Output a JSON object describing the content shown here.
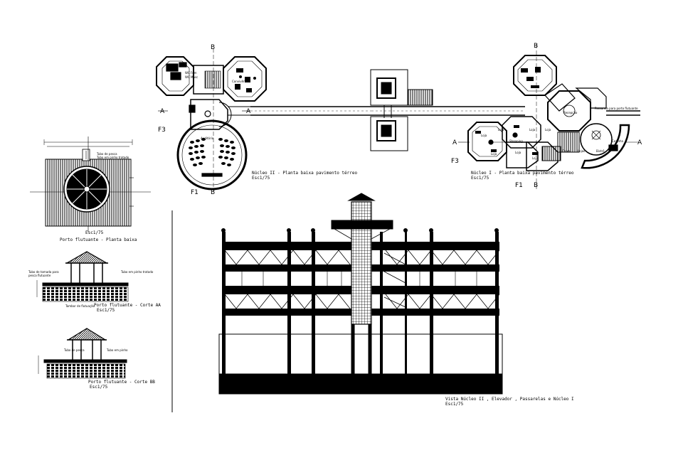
{
  "section_markers": {
    "A": "A",
    "B": "B",
    "F1": "F1",
    "F3": "F3"
  },
  "plan_left": {
    "title": "Núcleo II - Planta baixa pavimento térreo",
    "scale": "Esc1/75",
    "room_labels": {
      "convivencia": "Convivência",
      "auditorio": "Auditório",
      "wc_fem": "WC Fem",
      "wc_masc": "WC Masc"
    }
  },
  "plan_right": {
    "title": "Núcleo I - Planta baixa pavimento térreo",
    "scale": "Esc1/75",
    "room_labels": {
      "passarela": "Passarela para porto flutuante",
      "recepcao": "Recepção",
      "loja_a": "Loja",
      "loja_b": "Loja",
      "loja_c": "Loja",
      "loja_d": "Loja",
      "shopping": "Shopping",
      "loja_e": "Loja",
      "loja_f": "Loja",
      "loja_g": "Loja",
      "bistro": "Bistrô",
      "cozinha": "Cozinha",
      "caixa": "Caixa",
      "lojas": "Lojas"
    }
  },
  "porto_planta": {
    "title": "Porto flutuante - Planta baixa",
    "scale": "Esc1/75",
    "note_a": "Tubo de pesca",
    "note_b": "Tubo em pinho tratado"
  },
  "porto_corte_aa": {
    "title": "Porto flutuante - Corte AA",
    "scale": "Esc1/75",
    "note_a": "Tubo de tomada para",
    "note_b": "pesca flutuante",
    "note_c": "Tubo em pinho tratado",
    "note_d": "Tambor de flutuação"
  },
  "porto_corte_bb": {
    "title": "Porto flutuante - Corte BB",
    "scale": "Esc1/75",
    "note_a": "Tubo de pesca",
    "note_b": "Tubo em pinho"
  },
  "elevation": {
    "title": "Vista Núcleo II , Elevador , Passarelas e Núcleo I",
    "scale": "Esc1/75"
  }
}
